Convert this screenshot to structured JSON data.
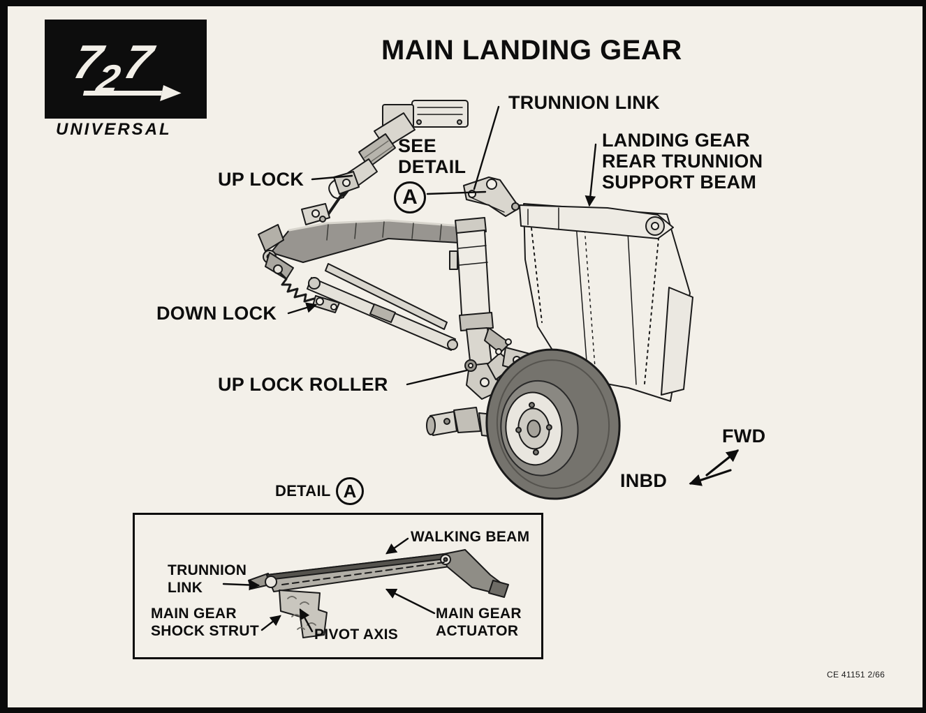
{
  "page": {
    "title": "MAIN LANDING GEAR",
    "footer_code": "CE 41151 2/66",
    "paper_color": "#f3f0e9",
    "ink_color": "#0d0d0d"
  },
  "logo": {
    "numbers": [
      "7",
      "2",
      "7"
    ],
    "tagline": "UNIVERSAL"
  },
  "callouts": {
    "trunnion_link": "TRUNNION LINK",
    "rear_trunnion_beam": "LANDING GEAR\nREAR TRUNNION\nSUPPORT BEAM",
    "up_lock": "UP LOCK",
    "see_detail": "SEE\nDETAIL",
    "see_detail_letter": "A",
    "down_lock": "DOWN LOCK",
    "up_lock_roller": "UP LOCK ROLLER",
    "fwd": "FWD",
    "inbd": "INBD"
  },
  "detail": {
    "title": "DETAIL",
    "letter": "A",
    "walking_beam": "WALKING BEAM",
    "trunnion_link": "TRUNNION\nLINK",
    "main_gear_shock_strut": "MAIN GEAR\nSHOCK STRUT",
    "pivot_axis": "PIVOT AXIS",
    "main_gear_actuator": "MAIN GEAR\nACTUATOR"
  }
}
